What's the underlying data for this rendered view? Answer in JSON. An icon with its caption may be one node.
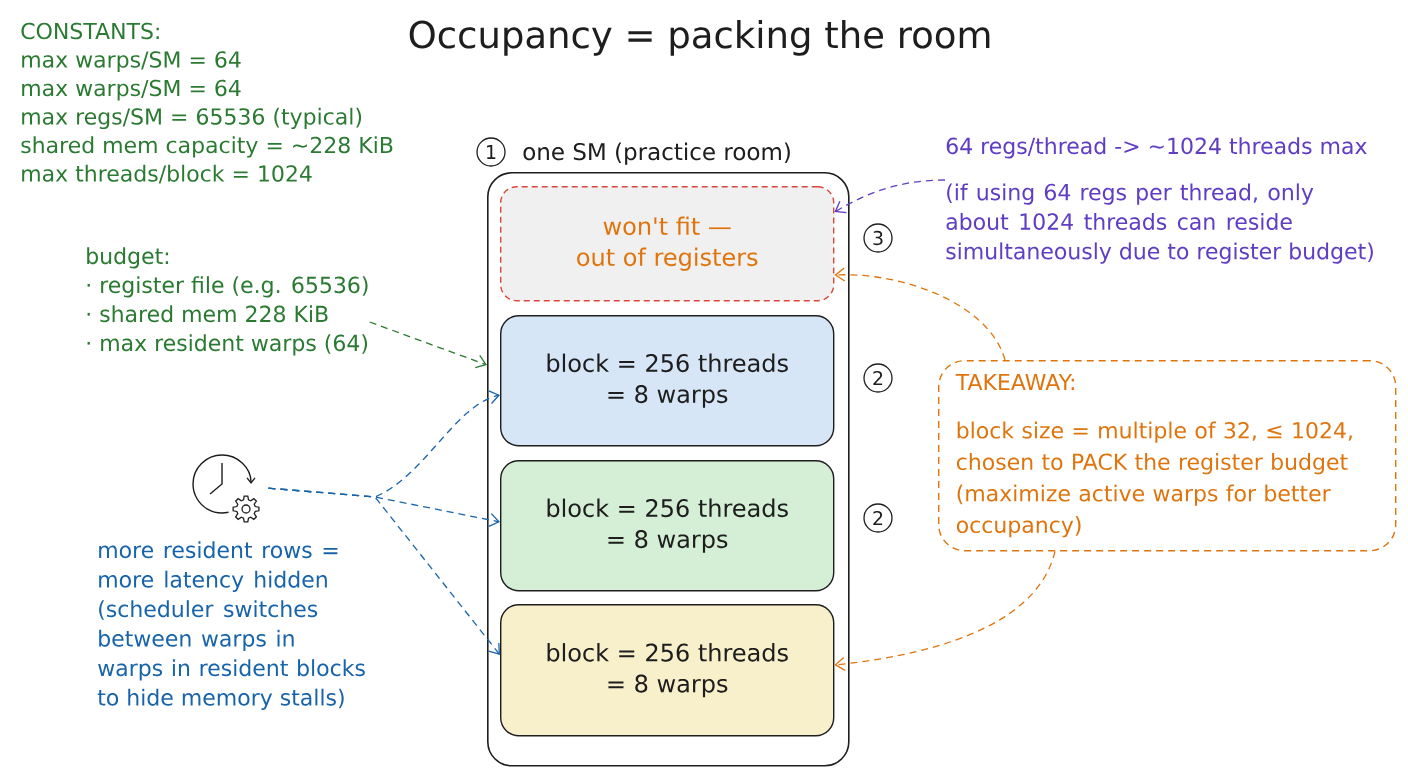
{
  "diagram": {
    "title": "Occupancy = packing the room",
    "nodes": [
      {
        "text": [
          "one SM (practice room)"
        ]
      },
      {
        "text": [
          "won't fit — out of registers"
        ],
        "in": 0
      },
      {
        "text": [
          "block = 256 threads = 8 warps"
        ],
        "in": 0
      },
      {
        "text": [
          "block = 256 threads = 8 warps"
        ],
        "in": 0
      },
      {
        "text": [
          "block = 256 threads = 8 warps"
        ],
        "in": 0
      },
      {
        "text": [
          "64 regs/thread -> ~1024 threads max",
          "(if using 64 regs per thread, only about 1024 threads can reside simultaneously due to register budget)"
        ]
      },
      {
        "text": [
          "budget:",
          "· register file (e.g. 65536)",
          "· shared mem 228 KiB",
          "· max resident warps (64)"
        ]
      },
      {
        "text": [
          "TAKEAWAY:",
          "block size = multiple of 32, ≤ 1024, chosen to PACK the register budget (maximize active warps for better occupancy)"
        ]
      },
      {
        "text": [],
        "shape": "picture"
      }
    ],
    "edges": [
      {
        "from": 6,
        "to": 0,
        "arrow": "to",
        "style": "dashed",
        "color": "#2b7a32"
      },
      {
        "from": 8,
        "to": 2,
        "arrow": "to",
        "style": "dashed",
        "color": "#1864ab"
      },
      {
        "from": 8,
        "to": 3,
        "arrow": "to",
        "style": "dashed",
        "color": "#1864ab"
      },
      {
        "from": 8,
        "to": 4,
        "arrow": "to",
        "style": "dashed",
        "color": "#1864ab"
      },
      {
        "from": 5,
        "to": 1,
        "arrow": "to",
        "style": "dashed",
        "color": "#5f3dc4"
      },
      {
        "from": 7,
        "to": 1,
        "arrow": "to",
        "style": "dashed",
        "color": "#e0740c"
      },
      {
        "from": 7,
        "to": 4,
        "arrow": "to",
        "style": "dashed",
        "color": "#e0740c"
      }
    ],
    "labels": [
      "CONSTANTS:",
      "max warps/SM = 64",
      "max warps/SM = 64",
      "max regs/SM = 65536 (typical)",
      "shared mem capacity = ~228 KiB",
      "max threads/block = 1024",
      "1",
      "3",
      "2",
      "2",
      "more resident rows = more latency hidden (scheduler switches between warps in warps in resident blocks to hide memory stalls)"
    ]
  }
}
